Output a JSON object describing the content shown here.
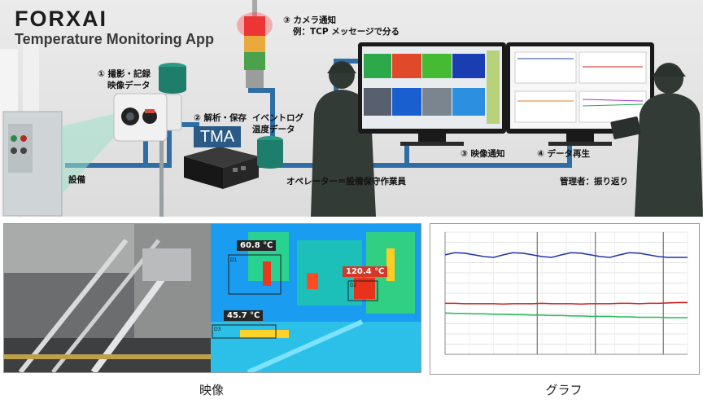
{
  "header": {
    "brand": "FORXAI",
    "subtitle": "Temperature Monitoring App"
  },
  "diagram": {
    "step1_line1": "① 撮影・記録",
    "step1_line2": "映像データ",
    "step2_label": "② 解析・保存",
    "tma_label": "TMA",
    "event_line1": "イベントログ",
    "event_line2": "温度データ",
    "step3_camera_line1": "③ カメラ通知",
    "step3_camera_line2": "例：TCP メッセージで分る",
    "step3_video": "③ 映像通知",
    "step4_playback": "④ データ再生",
    "equipment": "設備",
    "operator": "オペレーター＝設備保守作業員",
    "manager": "管理者：振り返り"
  },
  "thermal": {
    "readings": [
      "60.8 ℃",
      "120.4 ℃",
      "45.7 ℃"
    ],
    "roi_labels": [
      "D1",
      "D2",
      "D3"
    ]
  },
  "captions": {
    "video": "映像",
    "graph": "グラフ"
  },
  "colors": {
    "accent_blue": "#2a5a85",
    "pipe": "#2f6ea5",
    "barrel": "#1f7d6b",
    "hot": "#d43828"
  },
  "chart_data": {
    "type": "line",
    "x": [
      0,
      4,
      8,
      12,
      16,
      20,
      24,
      28,
      32,
      36,
      40,
      44,
      48,
      52,
      56,
      60,
      64,
      68,
      72,
      76,
      80,
      84,
      88,
      92,
      96,
      100
    ],
    "series": [
      {
        "values": [
          236,
          241,
          240,
          236,
          232,
          230,
          236,
          241,
          240,
          236,
          232,
          230,
          236,
          241,
          240,
          236,
          232,
          230,
          236,
          241,
          240,
          236,
          232,
          230,
          230,
          230
        ],
        "color": "#2233aa"
      },
      {
        "values": [
          121,
          121,
          120,
          120,
          120,
          120,
          119,
          120,
          120,
          120,
          121,
          120,
          120,
          120,
          119,
          120,
          120,
          120,
          121,
          121,
          120,
          121,
          121,
          122,
          123,
          123
        ],
        "color": "#cc2222"
      },
      {
        "values": [
          98,
          97,
          97,
          96,
          96,
          95,
          95,
          94,
          94,
          93,
          93,
          92,
          92,
          91,
          91,
          90,
          90,
          90,
          89,
          89,
          88,
          88,
          88,
          87,
          87,
          87
        ],
        "color": "#22bb55"
      }
    ],
    "ylim": [
      0,
      290
    ],
    "grid": true
  }
}
